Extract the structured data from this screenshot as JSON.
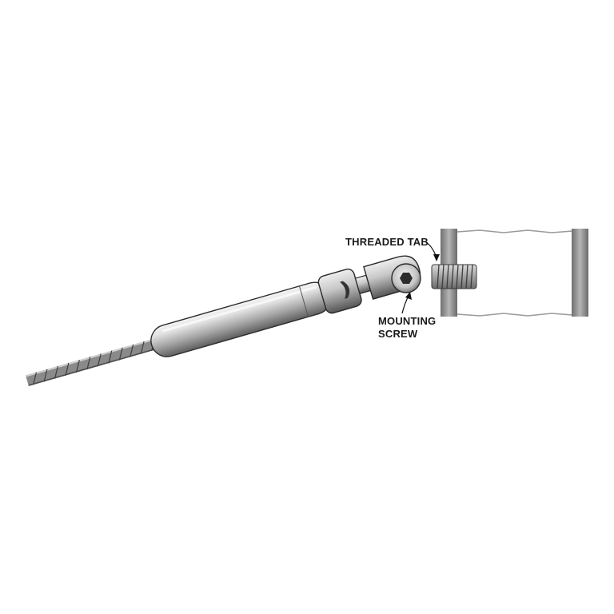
{
  "labels": {
    "threaded_tab": "THREADED TAB",
    "mounting_screw_line1": "MOUNTING",
    "mounting_screw_line2": "SCREW"
  }
}
